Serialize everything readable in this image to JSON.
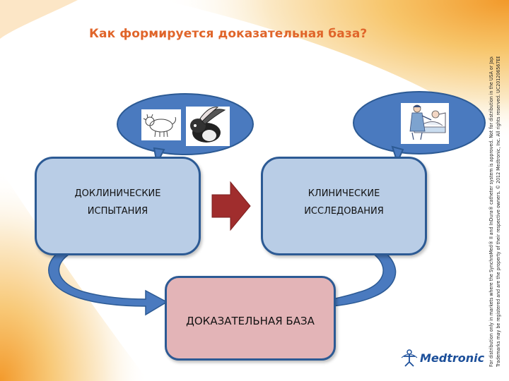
{
  "slide": {
    "title": "Как формируется доказательная база?"
  },
  "panels": {
    "preclinical": "ДОКЛИНИЧЕСКИЕ ИСПЫТАНИЯ",
    "clinical": "КЛИНИЧЕСКИЕ ИССЛЕДОВАНИЯ",
    "evidence_base": "ДОКАЗАТЕЛЬНАЯ БАЗА"
  },
  "footer": {
    "legal_line1": "For distribution only in markets where the SynchroMed® II and InDura® catheter system is approved. Not for distribution in the USA or Japan.",
    "legal_line2": "Trademarks may be registered and are the property of their respective owners. © 2012 Medtronic, Inc. All rights reserved. UC201206567EE",
    "brand": "Medtronic"
  },
  "colors": {
    "title": "#e0652a",
    "panel_fill": "#b9cde6",
    "panel_border": "#2c5a94",
    "evidence_fill": "#e3b4b7",
    "arrow_red": "#a02d2d",
    "bubble_blue": "#4a7abf",
    "brand_blue": "#1c4f9a"
  },
  "icons": [
    "animal-sketch-icon",
    "rabbit-icon",
    "patient-care-icon",
    "medtronic-logo-icon"
  ]
}
